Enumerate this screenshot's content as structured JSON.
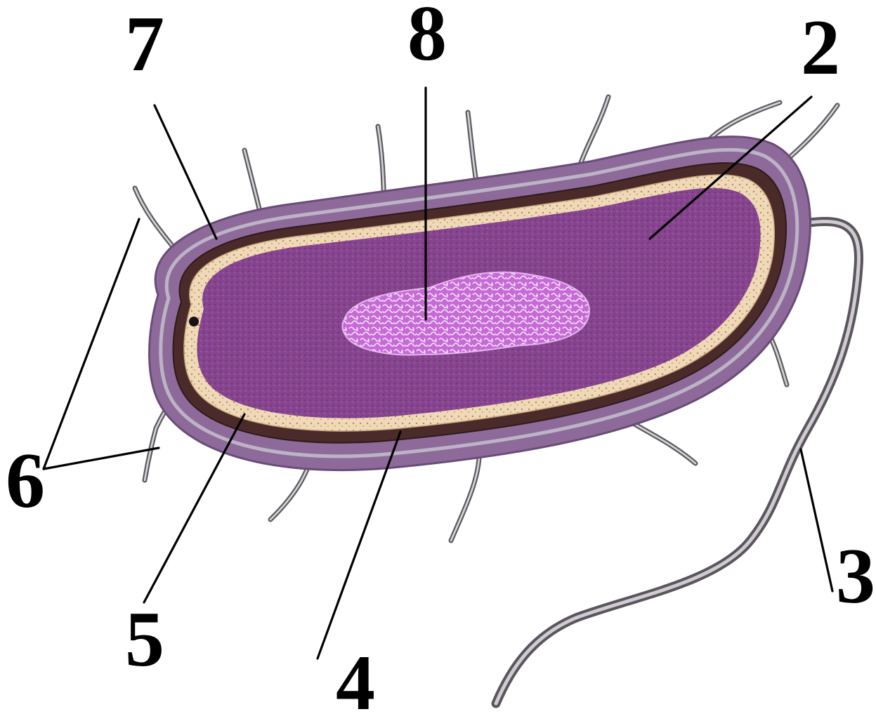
{
  "labels": [
    {
      "id": "label-1",
      "text": "7"
    },
    {
      "id": "label-2",
      "text": "8"
    },
    {
      "id": "label-3",
      "text": "2"
    },
    {
      "id": "label-4",
      "text": "6"
    },
    {
      "id": "label-5",
      "text": "5"
    },
    {
      "id": "label-6",
      "text": "4"
    },
    {
      "id": "label-7",
      "text": "3"
    }
  ],
  "colors": {
    "capsule": "#8e6a9b",
    "capsule_edge": "#bdb3c6",
    "cell_wall": "#4b2a2a",
    "membrane": "#efd9b8",
    "cytoplasm": "#86458e",
    "nucleoid": "#d483e0",
    "flagellum": "#6e6a72",
    "pili": "#5c5a5e",
    "ink": "#000000"
  }
}
